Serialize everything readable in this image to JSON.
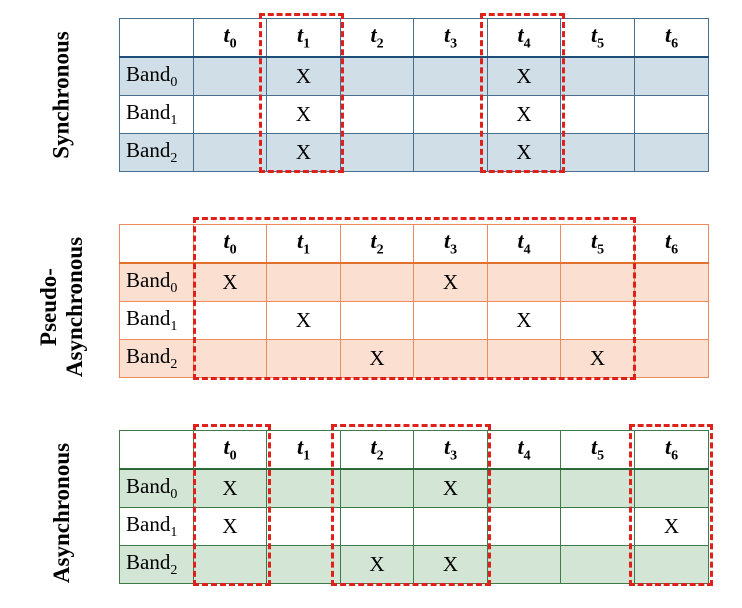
{
  "columns": [
    "t",
    "t",
    "t",
    "t",
    "t",
    "t",
    "t"
  ],
  "column_subscripts": [
    "0",
    "1",
    "2",
    "3",
    "4",
    "5",
    "6"
  ],
  "row_label_base": "Band",
  "row_subscripts": [
    "0",
    "1",
    "2"
  ],
  "mark": "X",
  "accent_color": "#e0201b",
  "panels": [
    {
      "label_lines": [
        "Synchronous"
      ],
      "color": "#d0dee7",
      "cells": [
        [
          "",
          "X",
          "",
          "",
          "X",
          "",
          ""
        ],
        [
          "",
          "X",
          "",
          "",
          "X",
          "",
          ""
        ],
        [
          "",
          "X",
          "",
          "",
          "X",
          "",
          ""
        ]
      ],
      "highlight_column_groups": [
        [
          "t1"
        ],
        [
          "t4"
        ]
      ]
    },
    {
      "label_lines": [
        "Pseudo-",
        "Asynchronous"
      ],
      "color": "#fbe0d2",
      "cells": [
        [
          "X",
          "",
          "",
          "X",
          "",
          "",
          ""
        ],
        [
          "",
          "X",
          "",
          "",
          "X",
          "",
          ""
        ],
        [
          "",
          "",
          "X",
          "",
          "",
          "X",
          ""
        ]
      ],
      "highlight_column_groups": [
        [
          "t0",
          "t1",
          "t2",
          "t3",
          "t4",
          "t5"
        ]
      ]
    },
    {
      "label_lines": [
        "Asynchronous"
      ],
      "color": "#d3e5d5",
      "cells": [
        [
          "X",
          "",
          "",
          "X",
          "",
          "",
          ""
        ],
        [
          "X",
          "",
          "",
          "",
          "",
          "",
          "X"
        ],
        [
          "",
          "",
          "X",
          "X",
          "",
          "",
          ""
        ]
      ],
      "highlight_column_groups": [
        [
          "t0"
        ],
        [
          "t2",
          "t3"
        ],
        [
          "t6"
        ]
      ]
    }
  ]
}
